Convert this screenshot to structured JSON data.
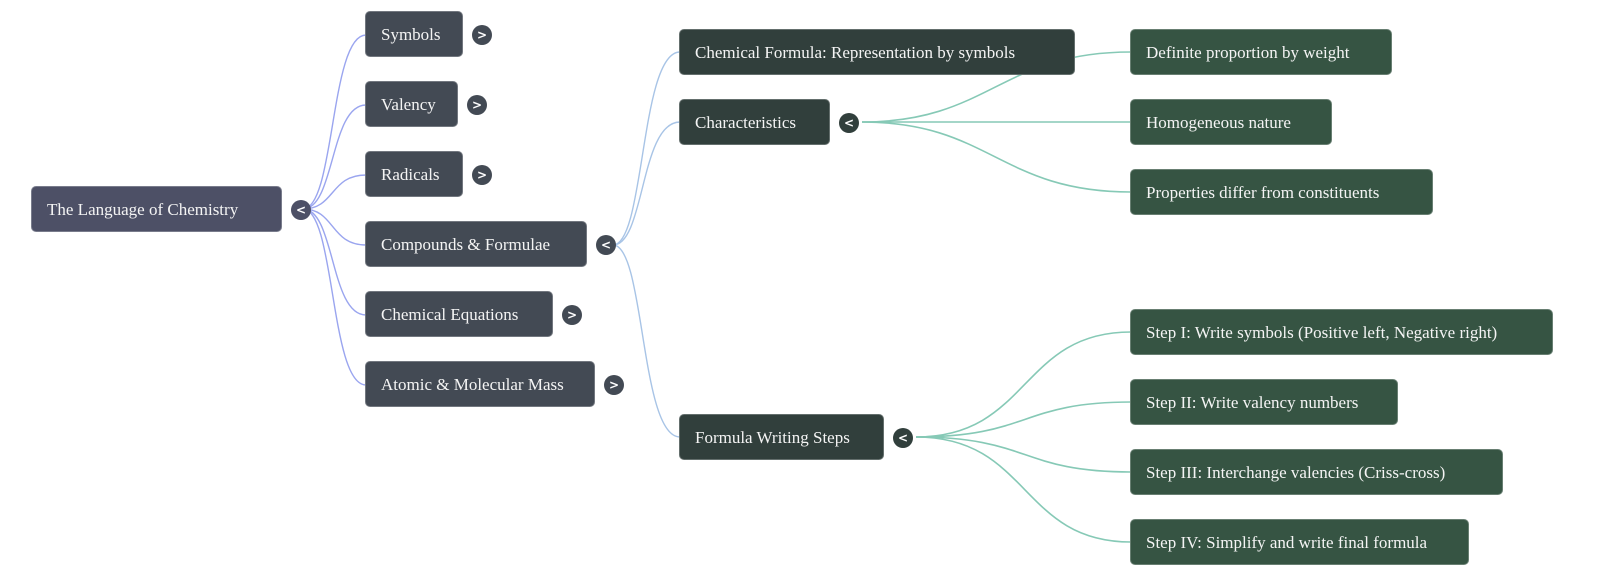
{
  "mindmap": {
    "root": {
      "label": "The Language of Chemistry",
      "toggle": "<",
      "toggle_icon": "collapse-icon"
    },
    "branches": [
      {
        "label": "Symbols",
        "toggle": ">"
      },
      {
        "label": "Valency",
        "toggle": ">"
      },
      {
        "label": "Radicals",
        "toggle": ">"
      },
      {
        "label": "Compounds & Formulae",
        "toggle": "<"
      },
      {
        "label": "Chemical Equations",
        "toggle": ">"
      },
      {
        "label": "Atomic & Molecular Mass",
        "toggle": ">"
      }
    ],
    "compounds_children": [
      {
        "label": "Chemical Formula: Representation by symbols"
      },
      {
        "label": "Characteristics",
        "toggle": "<"
      },
      {
        "label": "Formula Writing Steps",
        "toggle": "<"
      }
    ],
    "characteristics_children": [
      {
        "label": "Definite proportion by weight"
      },
      {
        "label": "Homogeneous nature"
      },
      {
        "label": "Properties differ from constituents"
      }
    ],
    "steps_children": [
      {
        "label": "Step I: Write symbols (Positive left, Negative right)"
      },
      {
        "label": "Step II: Write valency numbers"
      },
      {
        "label": "Step III: Interchange valencies (Criss-cross)"
      },
      {
        "label": "Step IV: Simplify and write final formula"
      }
    ]
  },
  "colors": {
    "edge_level1": "#9aa5ef",
    "edge_level2": "#a8c4e6",
    "edge_level3": "#86c9b6"
  }
}
